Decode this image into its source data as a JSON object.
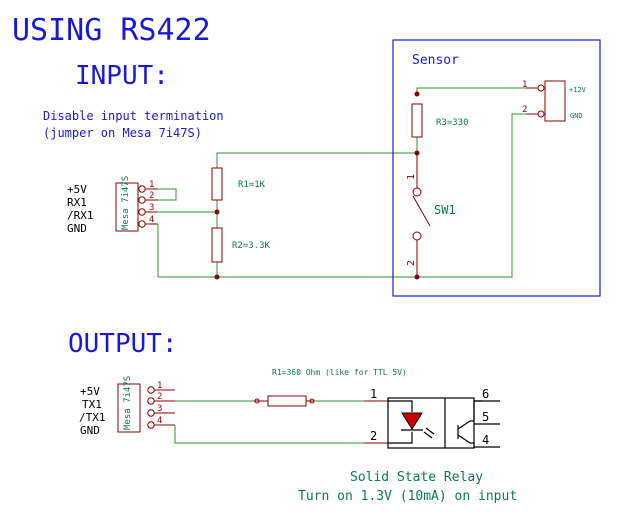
{
  "title": "USING RS422",
  "input": {
    "heading": "INPUT:",
    "note_line1": "Disable input termination",
    "note_line2": "(jumper on Mesa 7i47S)",
    "connector_label": "Mesa 7i47S",
    "pin_labels": [
      "+5V",
      "RX1",
      "/RX1",
      "GND"
    ],
    "pin_numbers": [
      "1",
      "2",
      "3",
      "4"
    ],
    "r1": "R1=1K",
    "r2": "R2=3.3K",
    "sensor": {
      "title": "Sensor",
      "r3": "R3=330",
      "sw": "SW1",
      "sw_pin1": "1",
      "sw_pin2": "2",
      "conn_pin1": "1",
      "conn_pin2": "2",
      "v12": "+12V",
      "gnd": "GND"
    }
  },
  "output": {
    "heading": "OUTPUT:",
    "connector_label": "Mesa 7i47S",
    "pin_labels": [
      "+5V",
      "TX1",
      "/TX1",
      "GND"
    ],
    "pin_numbers": [
      "1",
      "2",
      "3",
      "4"
    ],
    "resistor": "R1=360 Ohm (like for TTL 5V)",
    "relay_pins": [
      "1",
      "2",
      "6",
      "5",
      "4"
    ],
    "relay_line1": "Solid State Relay",
    "relay_line2": "Turn on 1.3V (10mA) on input"
  }
}
